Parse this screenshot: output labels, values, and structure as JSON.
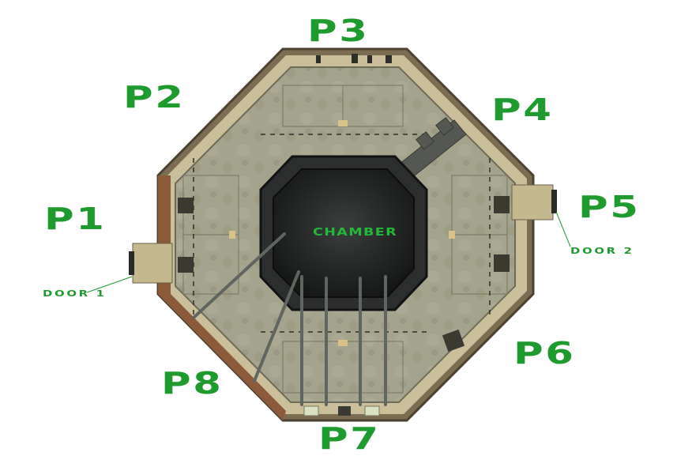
{
  "map": {
    "zones": [
      "P1",
      "P2",
      "P3",
      "P4",
      "P5",
      "P6",
      "P7",
      "P8"
    ],
    "center_label": "CHAMBER",
    "doors": [
      "DOOR 1",
      "DOOR 2"
    ]
  },
  "colors": {
    "label": "#1f9a2f",
    "floor": "#a6a58d",
    "chamber": "#1c1f1e",
    "rim": "#7b6a4f"
  }
}
